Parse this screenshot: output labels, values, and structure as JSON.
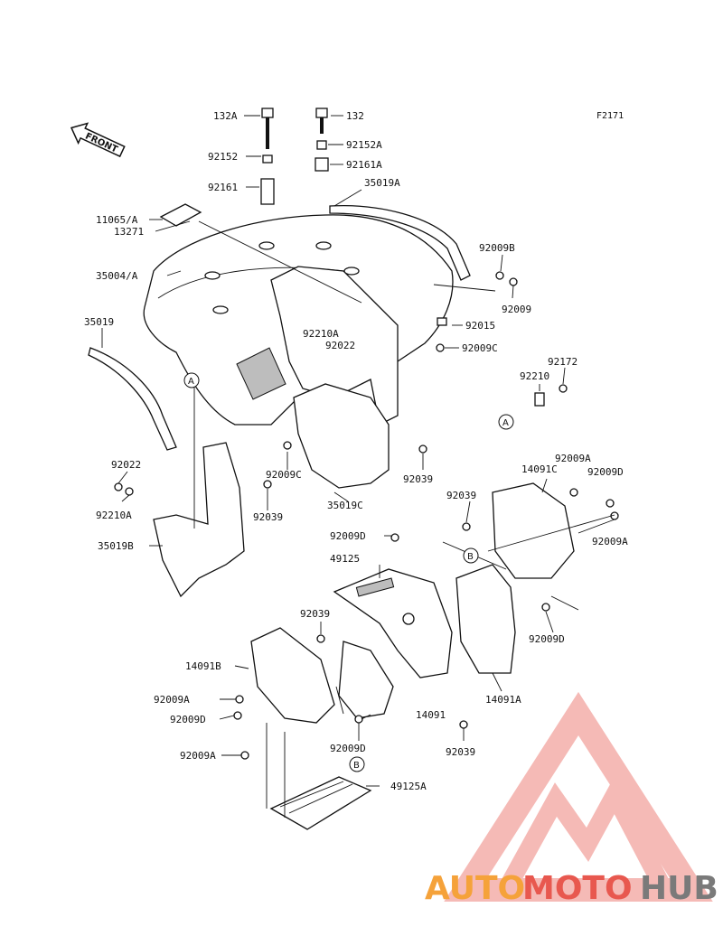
{
  "figure_code": "F2171",
  "front_arrow_label": "FRONT",
  "part_labels": {
    "p132A": "132A",
    "p132": "132",
    "p92152": "92152",
    "p92152A": "92152A",
    "p92161": "92161",
    "p92161A": "92161A",
    "p35019A": "35019A",
    "p11065A": "11065/A",
    "p13271": "13271",
    "p92009B": "92009B",
    "p35004A": "35004/A",
    "p92009_top": "92009",
    "p92015": "92015",
    "p92210A_mid": "92210A",
    "p92022_mid": "92022",
    "p92009C_right": "92009C",
    "p35019": "35019",
    "p92172": "92172",
    "p92210": "92210",
    "p92022_left": "92022",
    "p92009C_left": "92009C",
    "p92039_mid": "92039",
    "p92210A_left": "92210A",
    "p92039_left": "92039",
    "p35019C": "35019C",
    "p14091C": "14091C",
    "p92009A_topright": "92009A",
    "p92009D_topright": "92009D",
    "p92039_right": "92039",
    "p92009D_center": "92009D",
    "p35019B": "35019B",
    "p92009A_right": "92009A",
    "p49125": "49125",
    "p92009D_right": "92009D",
    "p92039_lower": "92039",
    "p14091B": "14091B",
    "p14091A": "14091A",
    "p92009A_lowleft": "92009A",
    "p92009D_lowleft": "92009D",
    "p14091": "14091",
    "p92009A_bottom": "92009A",
    "p92009D_bottom": "92009D",
    "p92039_bottom": "92039",
    "p49125A": "49125A"
  },
  "reference_markers": {
    "a1": "A",
    "a2": "A",
    "b1": "B",
    "b2": "B"
  },
  "watermark": {
    "part1": "AUTO",
    "part2": "MOTO",
    "part3": "HUB",
    "color_auto": "#f5a23a",
    "color_moto": "#e8584f",
    "color_hub": "#7a7a7a",
    "triangle_color": "#f2a39e"
  }
}
